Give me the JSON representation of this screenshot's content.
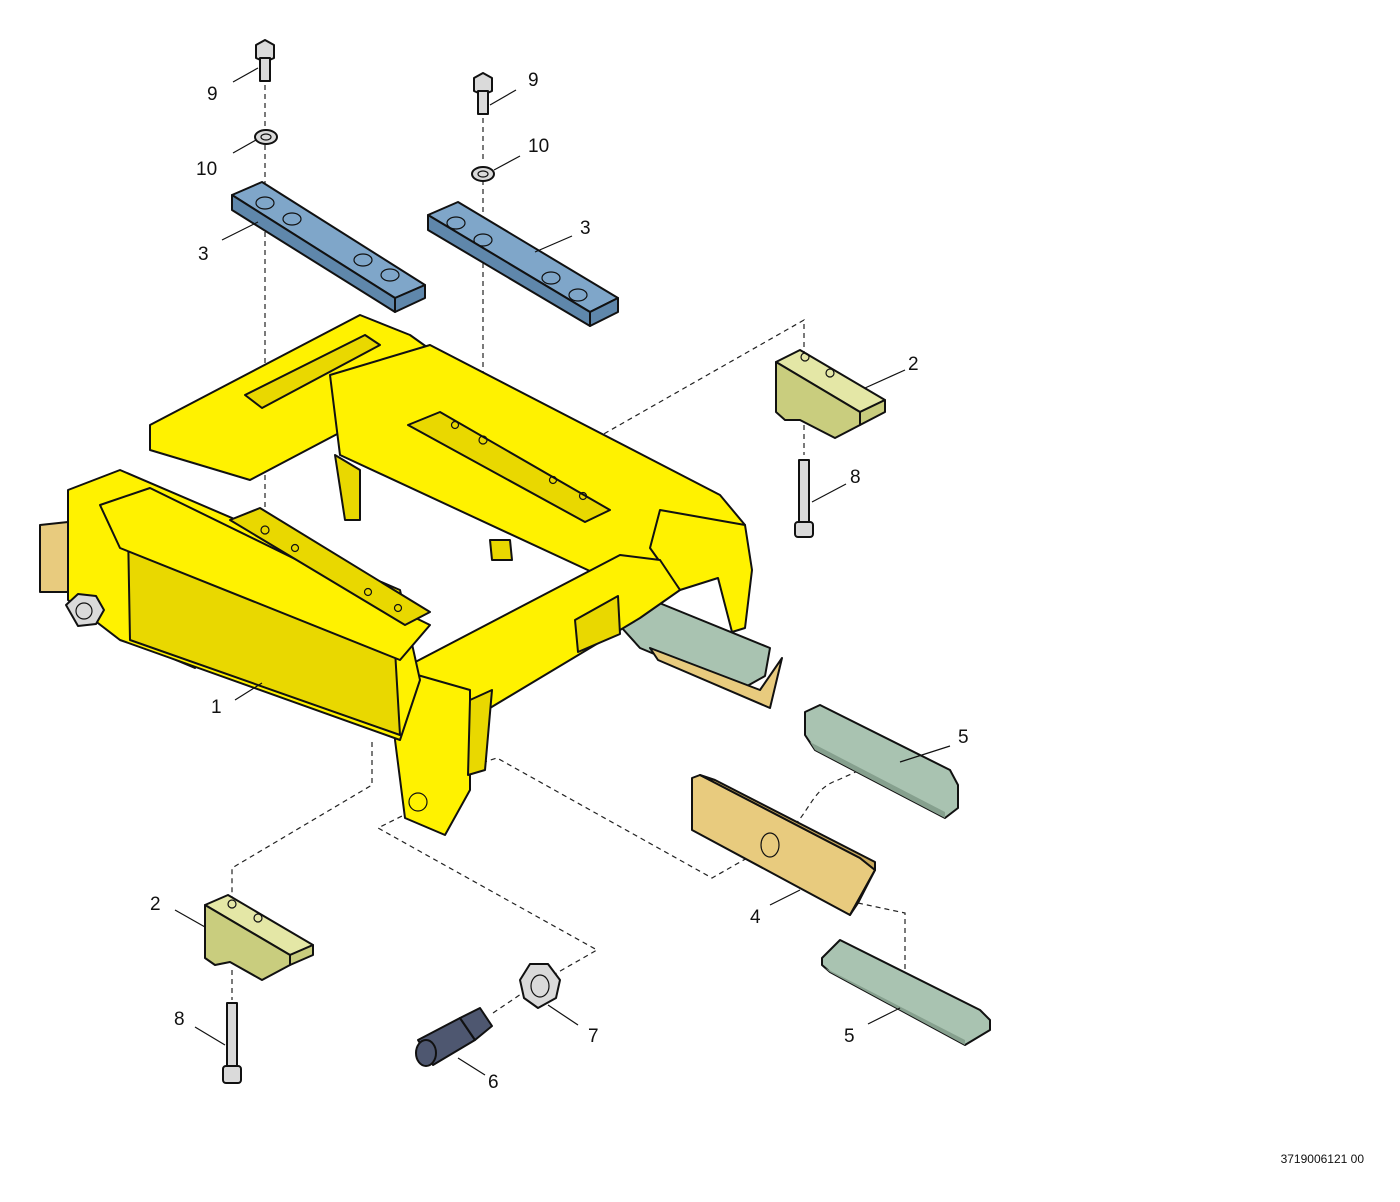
{
  "colors": {
    "frame": "#FFF200",
    "frame_shade": "#E9D800",
    "guide_rail": "#7FA6C9",
    "guide_rail_dark": "#5F87AB",
    "clamp": "#E4E7A6",
    "clamp_dark": "#C9CD7E",
    "wedge": "#E8CB7E",
    "wedge_dark": "#C9A95C",
    "pad": "#A9C3B1",
    "pad_dark": "#86A08E",
    "bolt": "#DADADA",
    "stud": "#4E5770"
  },
  "labels": {
    "frame": "1",
    "clamp_right": "2",
    "clamp_left": "2",
    "rail_left": "3",
    "rail_right": "3",
    "wedge": "4",
    "pad_top": "5",
    "pad_bottom": "5",
    "stud": "6",
    "nut": "7",
    "screw_right": "8",
    "screw_left": "8",
    "bolt_left": "9",
    "bolt_right": "9",
    "washer_left": "10",
    "washer_right": "10"
  },
  "document_number": "3719006121 00"
}
